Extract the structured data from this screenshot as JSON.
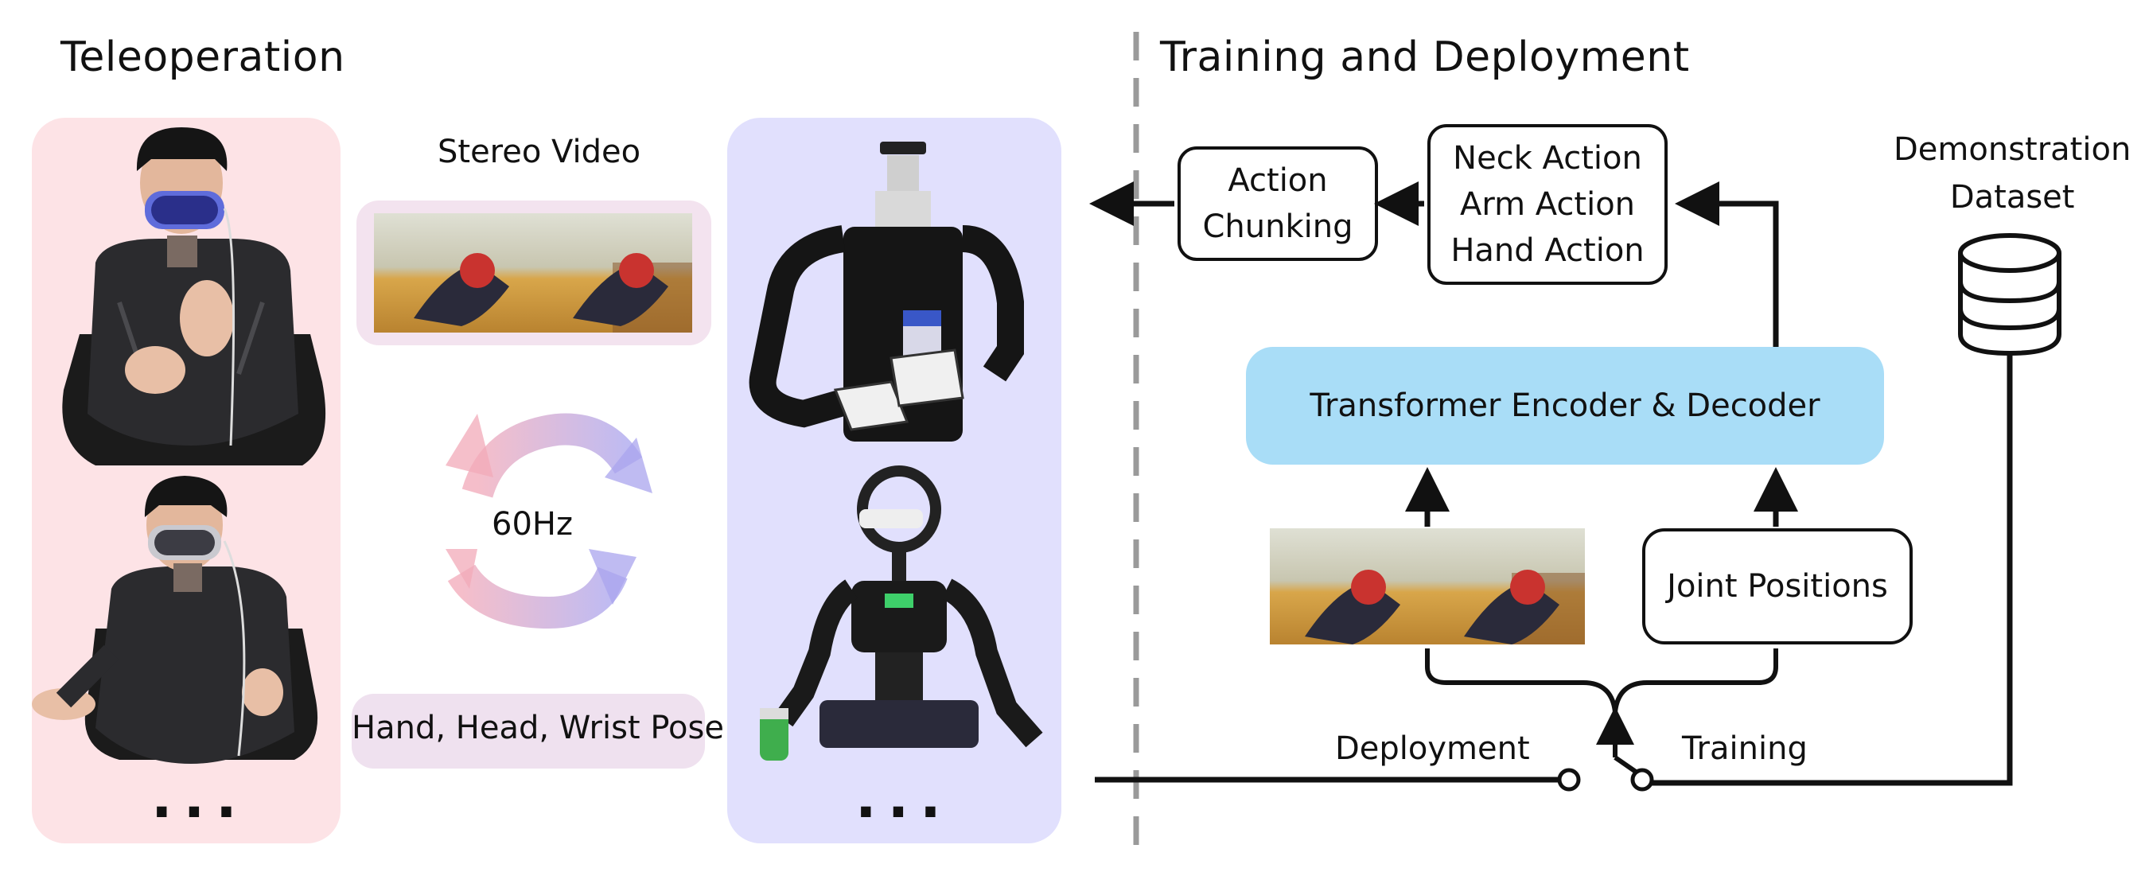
{
  "left": {
    "title": "Teleoperation",
    "stream_label": "Stereo Video",
    "rate_label": "60Hz",
    "pose_label": "Hand, Head, Wrist Pose",
    "operator_ellipsis": "...",
    "robot_ellipsis": "..."
  },
  "right": {
    "title": "Training and Deployment",
    "action_chunking": [
      "Action",
      "Chunking"
    ],
    "actions": [
      "Neck Action",
      "Arm Action",
      "Hand Action"
    ],
    "model": "Transformer Encoder & Decoder",
    "joint_positions": "Joint Positions",
    "dataset": [
      "Demonstration",
      "Dataset"
    ],
    "deployment": "Deployment",
    "training": "Training"
  },
  "colors": {
    "operator_panel": "#fde3e6",
    "robot_panel": "#e1e0fd",
    "stereo_panel": "#f3e3ef",
    "pose_panel": "#efe1ef",
    "model_fill": "#a9ddf7",
    "arrow_pink": "#f2a9b8",
    "arrow_purple": "#a9a4ee",
    "divider": "#9a9a9a"
  }
}
